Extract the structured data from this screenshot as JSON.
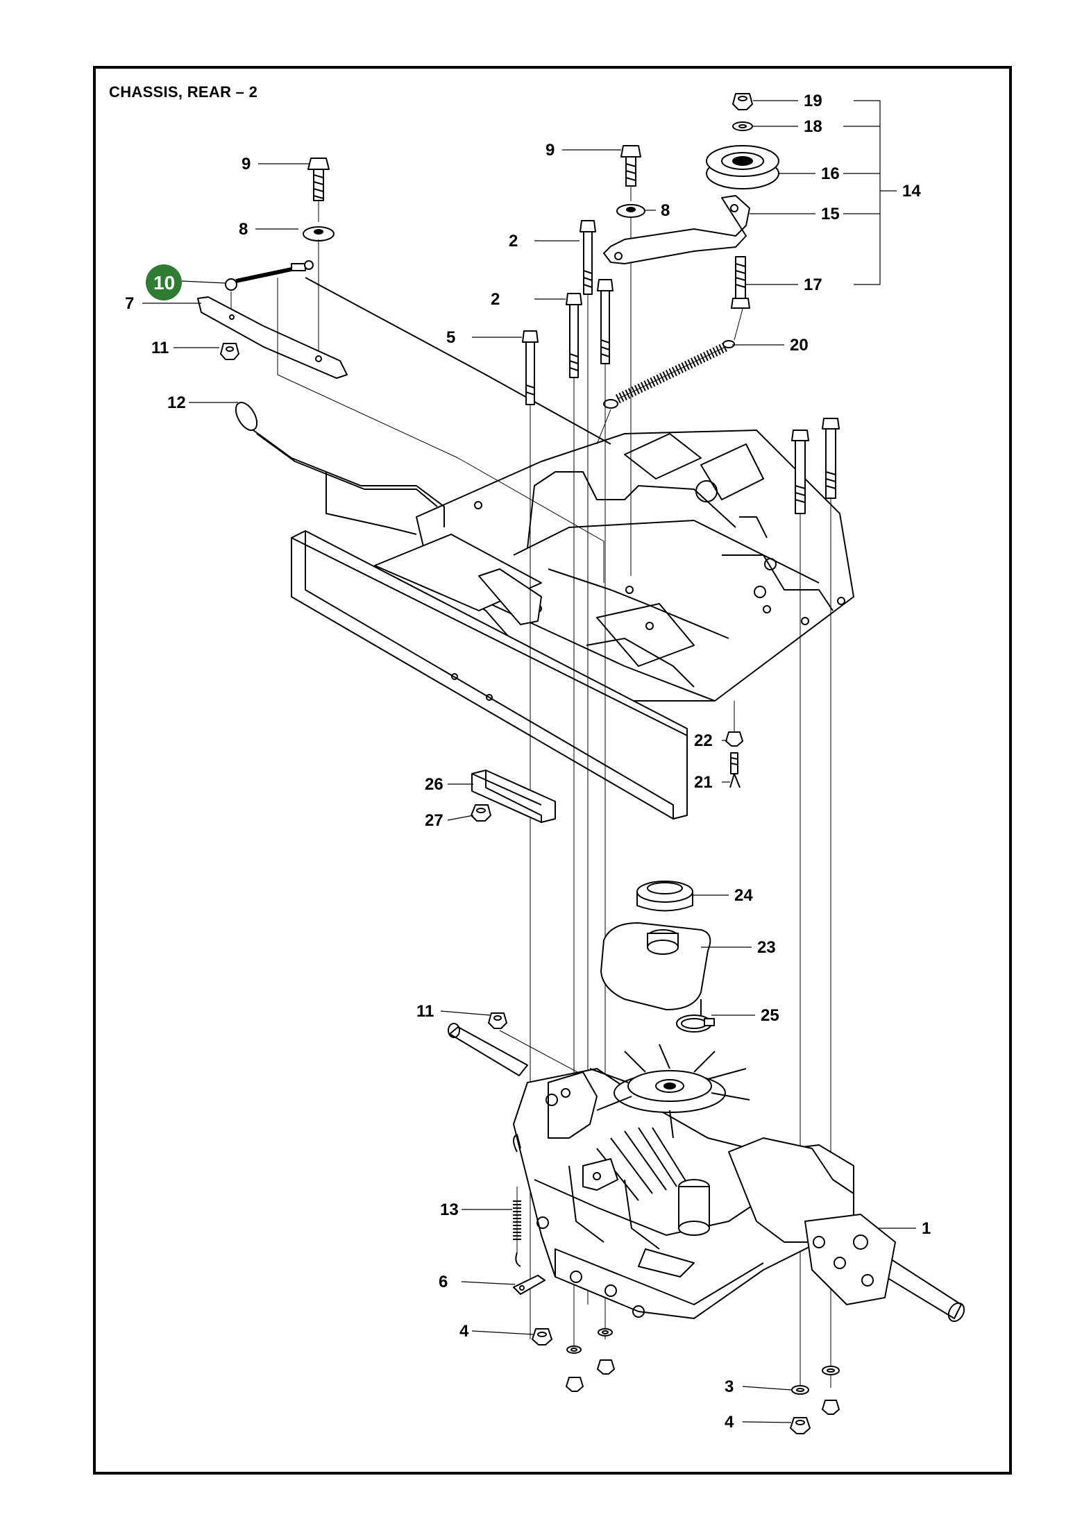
{
  "title": "CHASSIS, REAR – 2",
  "highlight_color": "#2e7d32",
  "callouts": {
    "c1": "1",
    "c2a": "2",
    "c2b": "2",
    "c3": "3",
    "c4a": "4",
    "c4b": "4",
    "c5": "5",
    "c6": "6",
    "c7": "7",
    "c8a": "8",
    "c8b": "8",
    "c9a": "9",
    "c9b": "9",
    "c10": "10",
    "c11a": "11",
    "c11b": "11",
    "c12": "12",
    "c13": "13",
    "c14": "14",
    "c15": "15",
    "c16": "16",
    "c17": "17",
    "c18": "18",
    "c19": "19",
    "c20": "20",
    "c21": "21",
    "c22": "22",
    "c23": "23",
    "c24": "24",
    "c25": "25",
    "c26": "26",
    "c27": "27"
  }
}
